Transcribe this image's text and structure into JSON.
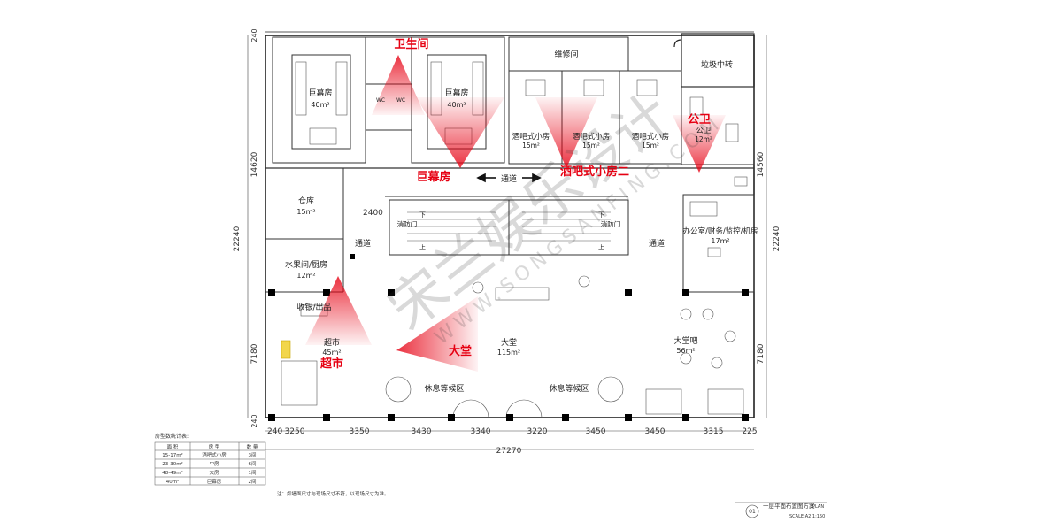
{
  "plan": {
    "rooms": {
      "jumu1": "巨幕房",
      "jumu1_area": "40m²",
      "jumu2": "巨幕房",
      "jumu2_area": "40m²",
      "repair": "维修间",
      "garbage": "垃圾中转",
      "bar1": "酒吧式小房",
      "bar1_area": "15m²",
      "bar2": "酒吧式小房",
      "bar2_area": "15m²",
      "bar3": "酒吧式小房",
      "bar3_area": "15m²",
      "public_wc": "公卫",
      "public_wc_area": "12m²",
      "storage": "仓库",
      "storage_area": "15m²",
      "fruit": "水果间/厨房",
      "fruit_area": "12m²",
      "cashier": "收银/出品",
      "market": "超市",
      "market_area": "45m²",
      "lobby": "大堂",
      "lobby_area": "115m²",
      "lobby_bar": "大堂吧",
      "lobby_bar_area": "56m²",
      "office": "办公室/财务/监控/机房",
      "office_area": "17m²",
      "corridor_top": "通道",
      "corridor_left": "通道",
      "corridor_right": "通道",
      "fire_door_left": "消防门",
      "fire_door_right": "消防门",
      "rest1": "休息等候区",
      "rest2": "休息等候区",
      "wc_small": "WC",
      "wc_small2": "WC",
      "up_left": "上",
      "down_left": "下",
      "up_right": "上",
      "down_right": "下"
    },
    "callouts": {
      "toilet": "卫生间",
      "jumu": "巨幕房",
      "bar2": "酒吧式小房二",
      "gongwei": "公卫",
      "market": "超市",
      "lobby": "大堂"
    },
    "dimensions": {
      "bottom": [
        "240",
        "3250",
        "3350",
        "3430",
        "3340",
        "3220",
        "3450",
        "3450",
        "3315",
        "225"
      ],
      "total_width": "27270",
      "left_total": "22240",
      "left_upper": "14620",
      "left_lower": "7180",
      "left_top": "240",
      "left_bottom": "240",
      "right_total": "22240",
      "right_upper": "14560",
      "right_lower": "7180",
      "inner_2400": "2400"
    },
    "table": {
      "title": "房型数统计表:",
      "headers": [
        "面 积",
        "房 型",
        "数 量"
      ],
      "rows": [
        [
          "15-17m²",
          "酒吧式小房",
          "3间"
        ],
        [
          "23-30m²",
          "中房",
          "6间"
        ],
        [
          "48-49m²",
          "大房",
          "1间"
        ],
        [
          "40m²",
          "巨幕房",
          "2间"
        ]
      ]
    },
    "note": "注：如墙面尺寸与现场尺寸不符，以现场尺寸为准。",
    "title_block": {
      "number": "01",
      "name": "一层平面布置图方案",
      "plan": "PLAN",
      "scale": "SCALE:A2 1:150"
    },
    "watermark": {
      "cn": "宋兰娱乐设计",
      "en": "WWW.SONGSANFING.COM"
    },
    "colors": {
      "wall": "#222222",
      "callout": "#e60012",
      "column": "#000000"
    }
  }
}
